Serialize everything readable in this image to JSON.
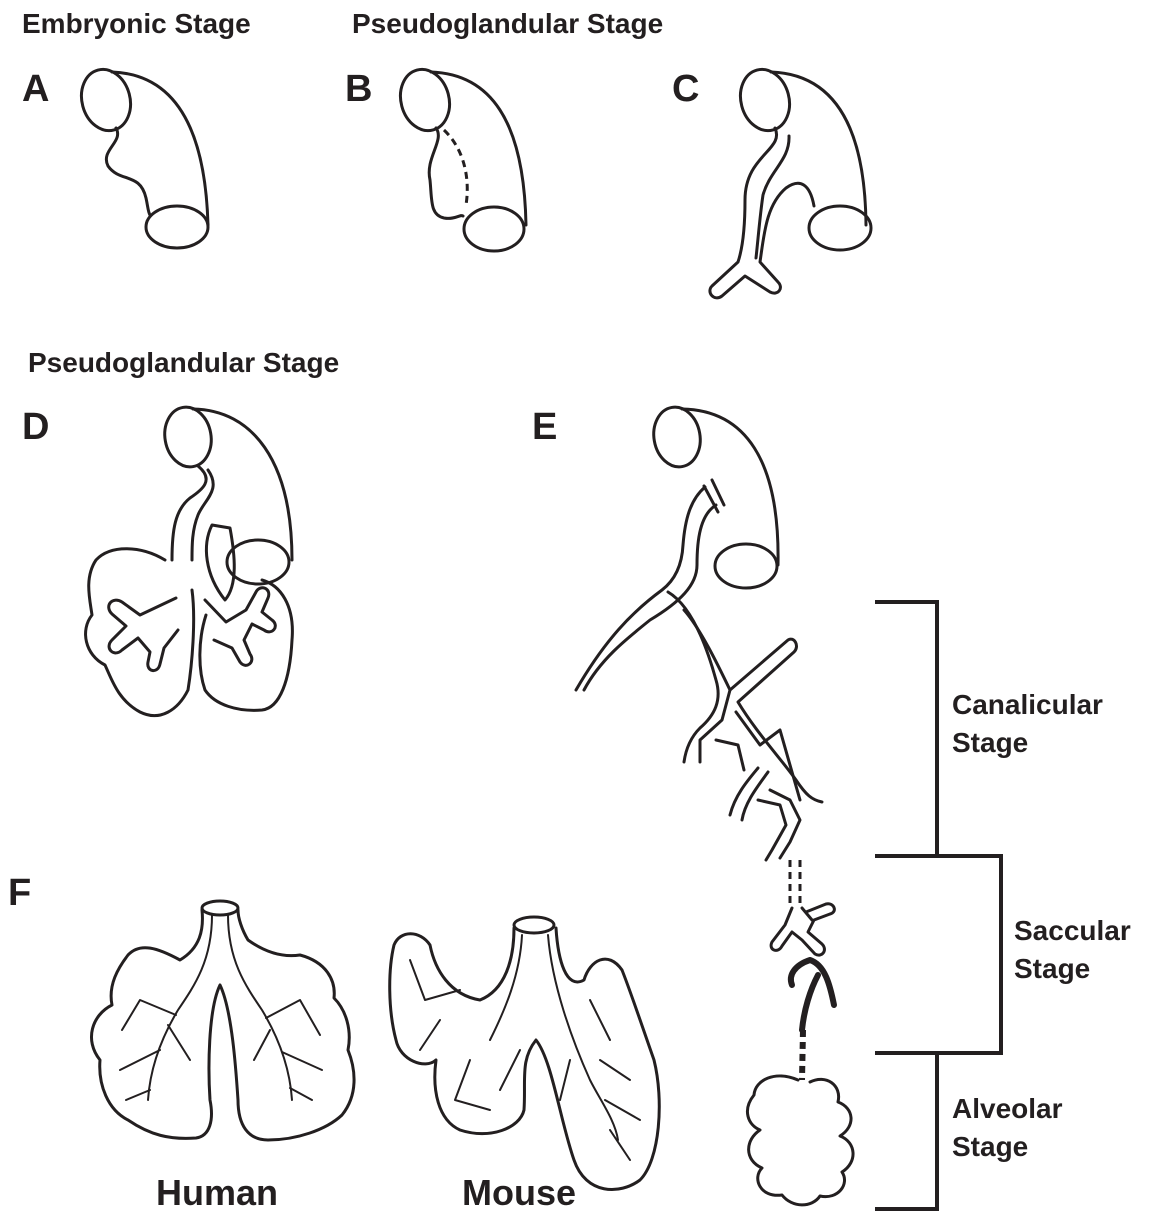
{
  "stage_titles": {
    "top_left": "Embryonic Stage",
    "top_middle": "Pseudoglandular Stage",
    "middle_left": "Pseudoglandular Stage"
  },
  "panels": {
    "a": "A",
    "b": "B",
    "c": "C",
    "d": "D",
    "e": "E",
    "f": "F"
  },
  "bracket_stages": {
    "canalicular": [
      "Canalicular",
      "Stage"
    ],
    "saccular": [
      "Saccular",
      "Stage"
    ],
    "alveolar": [
      "Alveolar",
      "Stage"
    ]
  },
  "species": {
    "human": "Human",
    "mouse": "Mouse"
  }
}
